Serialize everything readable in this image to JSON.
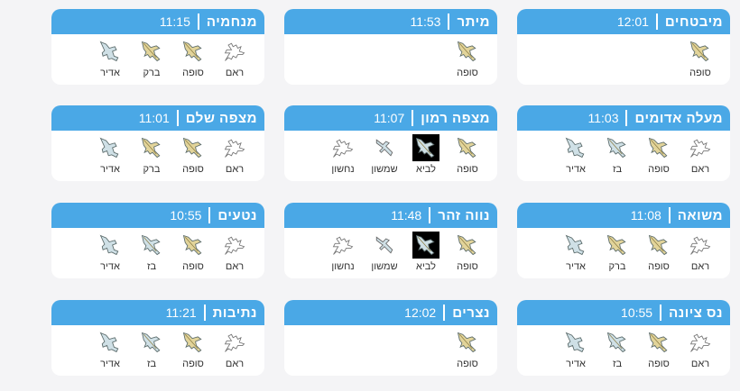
{
  "colors": {
    "header": "#4aa8e6",
    "background": "#f4f4f6",
    "tan": "#e2d49a",
    "blue": "#cfe0e6",
    "white": "#ffffff"
  },
  "cards": [
    {
      "name": "מיבטחים",
      "time": "12:01",
      "planes": [
        {
          "label": "סופה",
          "type": "fighter-tan"
        }
      ]
    },
    {
      "name": "מיתר",
      "time": "11:53",
      "planes": [
        {
          "label": "סופה",
          "type": "fighter-tan"
        }
      ]
    },
    {
      "name": "מנחמיה",
      "time": "11:15",
      "planes": [
        {
          "label": "ראם",
          "type": "airliner"
        },
        {
          "label": "סופה",
          "type": "fighter-tan"
        },
        {
          "label": "ברק",
          "type": "fighter-tan"
        },
        {
          "label": "אדיר",
          "type": "stealth-blue"
        }
      ]
    },
    {
      "name": "מעלה אדומים",
      "time": "11:03",
      "planes": [
        {
          "label": "ראם",
          "type": "airliner"
        },
        {
          "label": "סופה",
          "type": "fighter-tan"
        },
        {
          "label": "בז",
          "type": "fighter-blue"
        },
        {
          "label": "אדיר",
          "type": "stealth-blue"
        }
      ]
    },
    {
      "name": "מצפה רמון",
      "time": "11:07",
      "planes": [
        {
          "label": "סופה",
          "type": "fighter-tan"
        },
        {
          "label": "לביא",
          "type": "fighter-dark"
        },
        {
          "label": "שמשון",
          "type": "transport"
        },
        {
          "label": "נחשון",
          "type": "airliner"
        }
      ]
    },
    {
      "name": "מצפה שלם",
      "time": "11:01",
      "planes": [
        {
          "label": "ראם",
          "type": "airliner"
        },
        {
          "label": "סופה",
          "type": "fighter-tan"
        },
        {
          "label": "ברק",
          "type": "fighter-tan"
        },
        {
          "label": "אדיר",
          "type": "stealth-blue"
        }
      ]
    },
    {
      "name": "משואה",
      "time": "11:08",
      "planes": [
        {
          "label": "ראם",
          "type": "airliner"
        },
        {
          "label": "סופה",
          "type": "fighter-tan"
        },
        {
          "label": "ברק",
          "type": "fighter-tan"
        },
        {
          "label": "אדיר",
          "type": "stealth-blue"
        }
      ]
    },
    {
      "name": "נווה זהר",
      "time": "11:48",
      "planes": [
        {
          "label": "סופה",
          "type": "fighter-tan"
        },
        {
          "label": "לביא",
          "type": "fighter-dark"
        },
        {
          "label": "שמשון",
          "type": "transport"
        },
        {
          "label": "נחשון",
          "type": "airliner"
        }
      ]
    },
    {
      "name": "נטעים",
      "time": "10:55",
      "planes": [
        {
          "label": "ראם",
          "type": "airliner"
        },
        {
          "label": "סופה",
          "type": "fighter-tan"
        },
        {
          "label": "בז",
          "type": "fighter-blue"
        },
        {
          "label": "אדיר",
          "type": "stealth-blue"
        }
      ]
    },
    {
      "name": "נס ציונה",
      "time": "10:55",
      "planes": [
        {
          "label": "ראם",
          "type": "airliner"
        },
        {
          "label": "סופה",
          "type": "fighter-tan"
        },
        {
          "label": "בז",
          "type": "fighter-blue"
        },
        {
          "label": "אדיר",
          "type": "stealth-blue"
        }
      ]
    },
    {
      "name": "נצרים",
      "time": "12:02",
      "planes": [
        {
          "label": "סופה",
          "type": "fighter-tan"
        }
      ]
    },
    {
      "name": "נתיבות",
      "time": "11:21",
      "planes": [
        {
          "label": "ראם",
          "type": "airliner"
        },
        {
          "label": "סופה",
          "type": "fighter-tan"
        },
        {
          "label": "בז",
          "type": "fighter-blue"
        },
        {
          "label": "אדיר",
          "type": "stealth-blue"
        }
      ]
    }
  ]
}
